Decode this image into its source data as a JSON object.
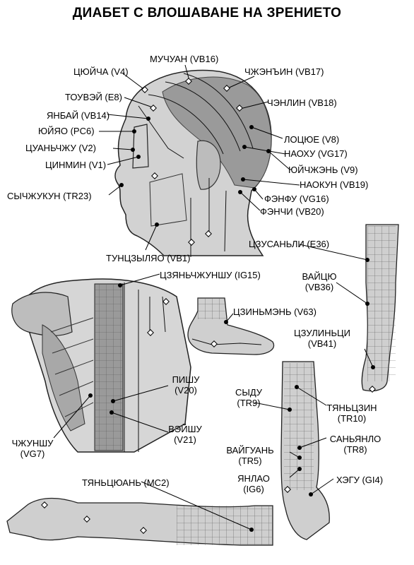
{
  "title": "ДИАБЕТ С ВЛОШАВАНЕ НА ЗРЕНИЕТО",
  "colors": {
    "ink": "#000000",
    "skin": "#d6d6d6",
    "shade": "#8c8c8c",
    "point": "#ffffff"
  },
  "points": {
    "v4": "ЦЮЙЧА (V4)",
    "vb16": "МУЧУАН (VB16)",
    "vb17": "ЧЖЭНЪИН (VB17)",
    "e8": "ТОУВЭЙ (E8)",
    "vb18": "ЧЭНЛИН (VB18)",
    "vb14": "ЯНБАЙ (VB14)",
    "pc6": "ЮЙЯО (PC6)",
    "v8": "ЛОЦЮЕ (V8)",
    "v2": "ЦУАНЬЧЖУ (V2)",
    "vg17": "НАОХУ (VG17)",
    "v1": "ЦИНМИН (V1)",
    "v9": "ЮЙЧЖЭНЬ (V9)",
    "vb19": "НАОКУН (VB19)",
    "tr23": "СЫЧЖУКУН (TR23)",
    "vg16": "ФЭНФУ (VG16)",
    "vb20": "ФЭНЧИ (VB20)",
    "e36": "ЦЗУСАНЬЛИ (E36)",
    "vb1": "ТУНЦЗЫЛЯО (VB1)",
    "vb36_name": "ВАЙЦЮ",
    "vb36_code": "(VB36)",
    "ig15": "ЦЗЯНЬЧЖУНШУ (IG15)",
    "v63": "ЦЗИНЬМЭНЬ (V63)",
    "vb41_name": "ЦЗУЛИНЬЦИ",
    "vb41_code": "(VB41)",
    "v20_name": "ПИШУ",
    "v20_code": "(V20)",
    "tr9_name": "СЫДУ",
    "tr9_code": "(TR9)",
    "tr10_name": "ТЯНЬЦЗИН",
    "tr10_code": "(TR10)",
    "v21_name": "ВЭЙШУ",
    "v21_code": "(V21)",
    "vg7_name": "ЧЖУНШУ",
    "vg7_code": "(VG7)",
    "tr8_name": "САНЬЯНЛО",
    "tr8_code": "(TR8)",
    "tr5_name": "ВАЙГУАНЬ",
    "tr5_code": "(TR5)",
    "ig6_name": "ЯНЛАО",
    "ig6_code": "(IG6)",
    "gi4": "ХЭГУ (GI4)",
    "mc2": "ТЯНЬЦЮАНЬ (MC2)"
  }
}
